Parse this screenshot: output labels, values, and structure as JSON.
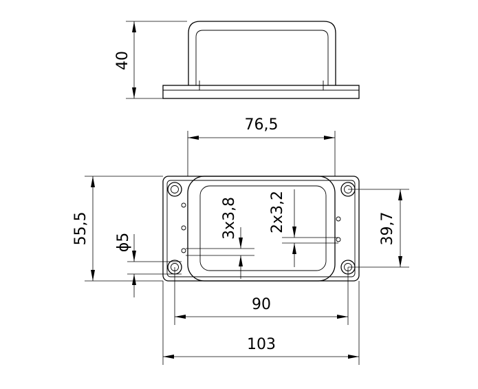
{
  "dimensions": {
    "height": "40",
    "hole_pitch_top": "76,5",
    "body_height": "55,5",
    "hole_diameter": "ϕ5",
    "pin_pitch_left": "3x3,8",
    "pin_pitch_right": "2x3,2",
    "hole_pitch_vertical": "39,7",
    "hole_pitch_bottom": "90",
    "overall_width": "103"
  }
}
